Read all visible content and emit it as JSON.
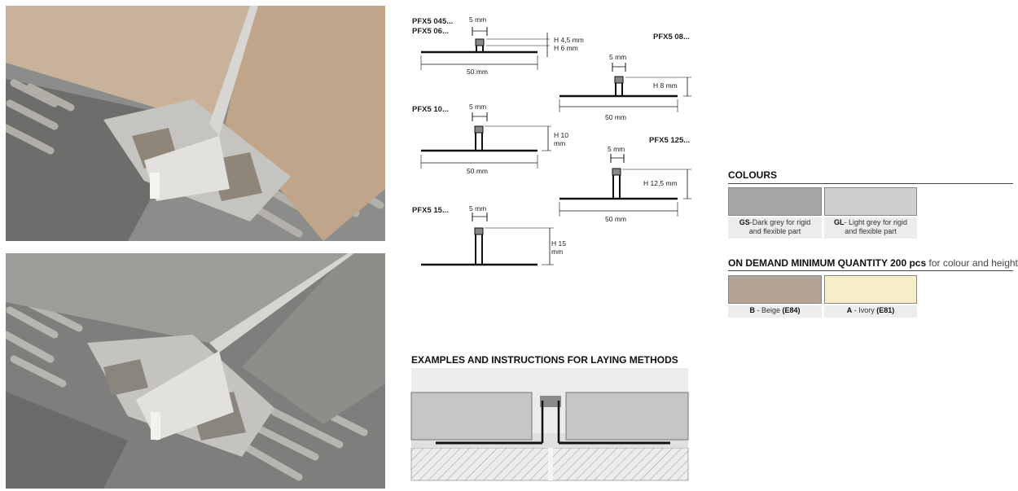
{
  "profiles": {
    "p045": {
      "code1": "PFX5 045...",
      "code2": "PFX5 06...",
      "width": "5 mm",
      "h1": "H 4,5 mm",
      "h2": "H 6 mm",
      "base": "50 mm"
    },
    "p08": {
      "code": "PFX5 08...",
      "width": "5 mm",
      "height": "H 8 mm",
      "base": "50 mm"
    },
    "p10": {
      "code": "PFX5 10...",
      "width": "5 mm",
      "height1": "H 10",
      "height2": "mm",
      "base": "50 mm"
    },
    "p125": {
      "code": "PFX5 125...",
      "width": "5 mm",
      "height": "H 12,5 mm",
      "base": "50 mm"
    },
    "p15": {
      "code": "PFX5 15...",
      "width": "5 mm",
      "height1": "H 15",
      "height2": "mm"
    }
  },
  "examples": {
    "title": "EXAMPLES AND INSTRUCTIONS FOR LAYING METHODS"
  },
  "colours": {
    "title": "COLOURS",
    "items": [
      {
        "code": "GS",
        "line1": "-Dark grey for rigid",
        "line2": "and flexible part",
        "hex": "#a6a6a6"
      },
      {
        "code": "GL",
        "line1": "- Light grey for rigid",
        "line2": "and flexible part",
        "hex": "#cfcfcf"
      }
    ]
  },
  "on_demand": {
    "title": "ON DEMAND MINIMUM QUANTITY 200 pcs",
    "note": "for colour and height",
    "items": [
      {
        "code": "B",
        "name": " - Beige ",
        "ref": "(E84)",
        "hex": "#b3a396"
      },
      {
        "code": "A",
        "name": " - Ivory ",
        "ref": "(E81)",
        "hex": "#f7eec9"
      }
    ]
  }
}
